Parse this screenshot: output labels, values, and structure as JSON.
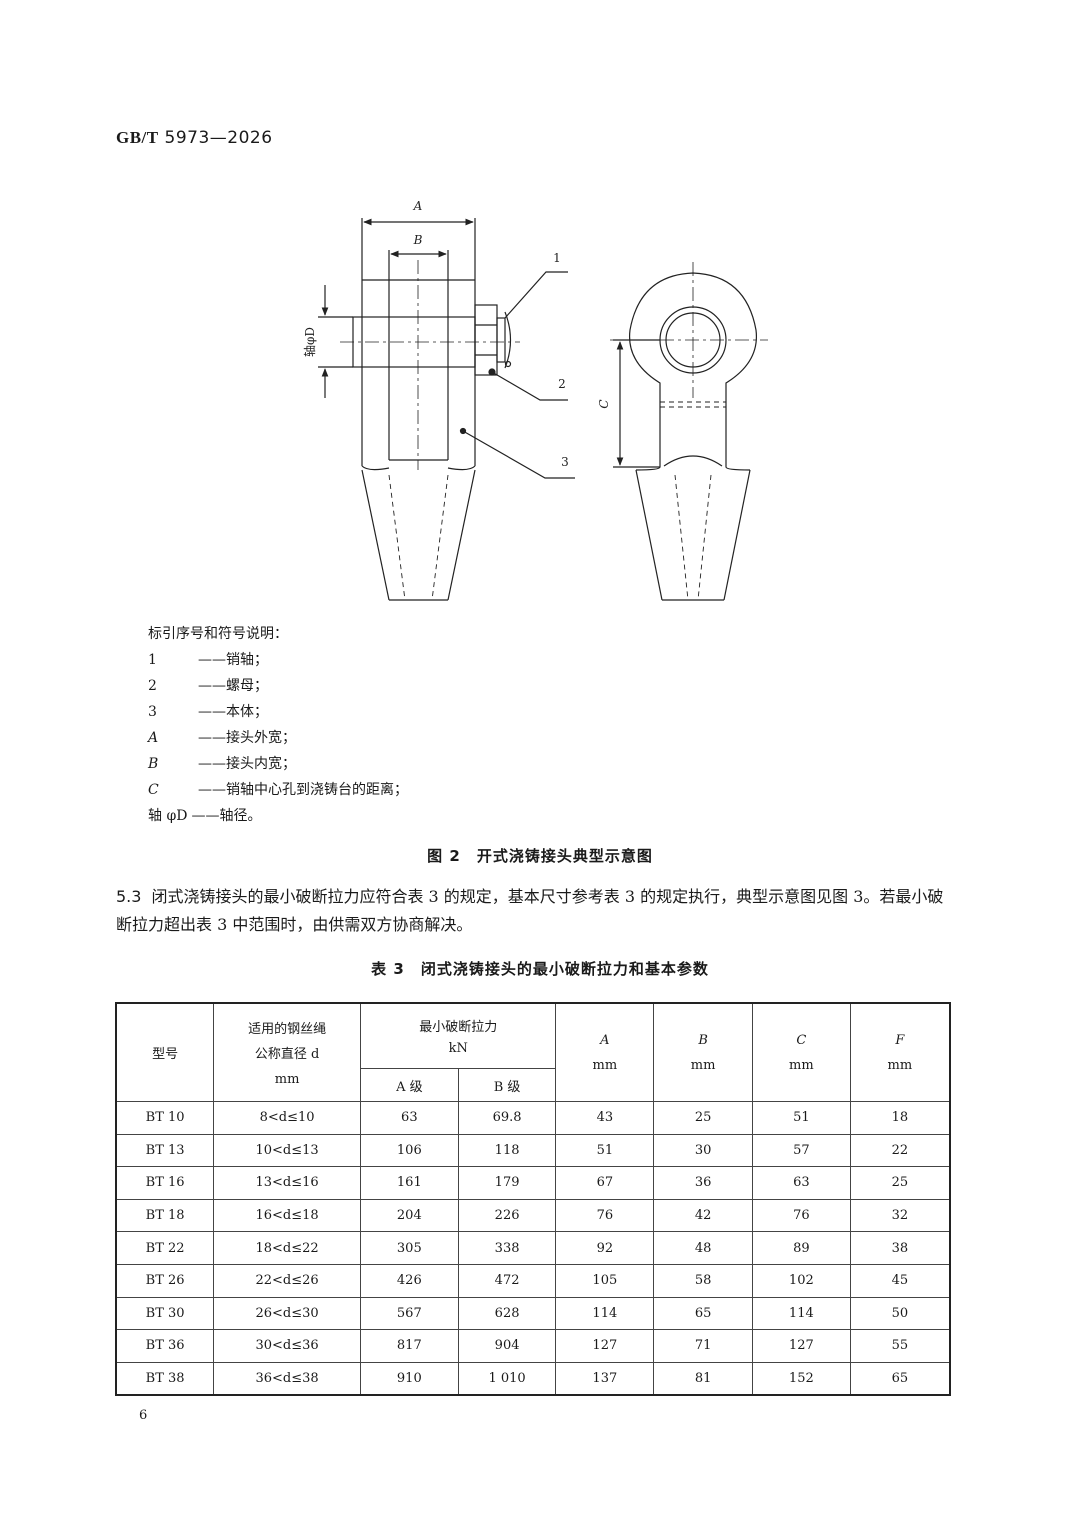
{
  "header": {
    "std_prefix": "GB/T",
    "std_number": "5973—2026"
  },
  "figure": {
    "callouts": [
      "1",
      "2",
      "3"
    ],
    "dim_labels": {
      "A": "A",
      "B": "B",
      "C": "C",
      "axis": "轴φD"
    },
    "legend_title": "标引序号和符号说明：",
    "legend": [
      {
        "sym": "1",
        "desc": "——销轴；"
      },
      {
        "sym": "2",
        "desc": "——螺母；"
      },
      {
        "sym": "3",
        "desc": "——本体；"
      },
      {
        "sym": "A",
        "desc": "——接头外宽；"
      },
      {
        "sym": "B",
        "desc": "——接头内宽；"
      },
      {
        "sym": "C",
        "desc": "——销轴中心孔到浇铸台的距离；"
      },
      {
        "sym": "轴 φD",
        "desc": "——轴径。"
      }
    ],
    "caption": "图 2　开式浇铸接头典型示意图"
  },
  "section": {
    "label": "5.3",
    "text": "闭式浇铸接头的最小破断拉力应符合表 3 的规定，基本尺寸参考表 3 的规定执行，典型示意图见图 3。若最小破断拉力超出表 3 中范围时，由供需双方协商解决。"
  },
  "table": {
    "caption": "表 3　闭式浇铸接头的最小破断拉力和基本参数",
    "headers": {
      "model": "型号",
      "dia_line1": "适用的钢丝绳",
      "dia_line2": "公称直径 d",
      "dia_unit": "mm",
      "force_line1": "最小破断拉力",
      "force_unit": "kN",
      "grade_a": "A 级",
      "grade_b": "B 级",
      "A": "A",
      "B": "B",
      "C": "C",
      "F": "F",
      "unit": "mm"
    },
    "rows": [
      [
        "BT 10",
        "8<d≤10",
        "63",
        "69.8",
        "43",
        "25",
        "51",
        "18"
      ],
      [
        "BT 13",
        "10<d≤13",
        "106",
        "118",
        "51",
        "30",
        "57",
        "22"
      ],
      [
        "BT 16",
        "13<d≤16",
        "161",
        "179",
        "67",
        "36",
        "63",
        "25"
      ],
      [
        "BT 18",
        "16<d≤18",
        "204",
        "226",
        "76",
        "42",
        "76",
        "32"
      ],
      [
        "BT 22",
        "18<d≤22",
        "305",
        "338",
        "92",
        "48",
        "89",
        "38"
      ],
      [
        "BT 26",
        "22<d≤26",
        "426",
        "472",
        "105",
        "58",
        "102",
        "45"
      ],
      [
        "BT 30",
        "26<d≤30",
        "567",
        "628",
        "114",
        "65",
        "114",
        "50"
      ],
      [
        "BT 36",
        "30<d≤36",
        "817",
        "904",
        "127",
        "71",
        "127",
        "55"
      ],
      [
        "BT 38",
        "36<d≤38",
        "910",
        "1 010",
        "137",
        "81",
        "152",
        "65"
      ]
    ]
  },
  "page_number": "6"
}
